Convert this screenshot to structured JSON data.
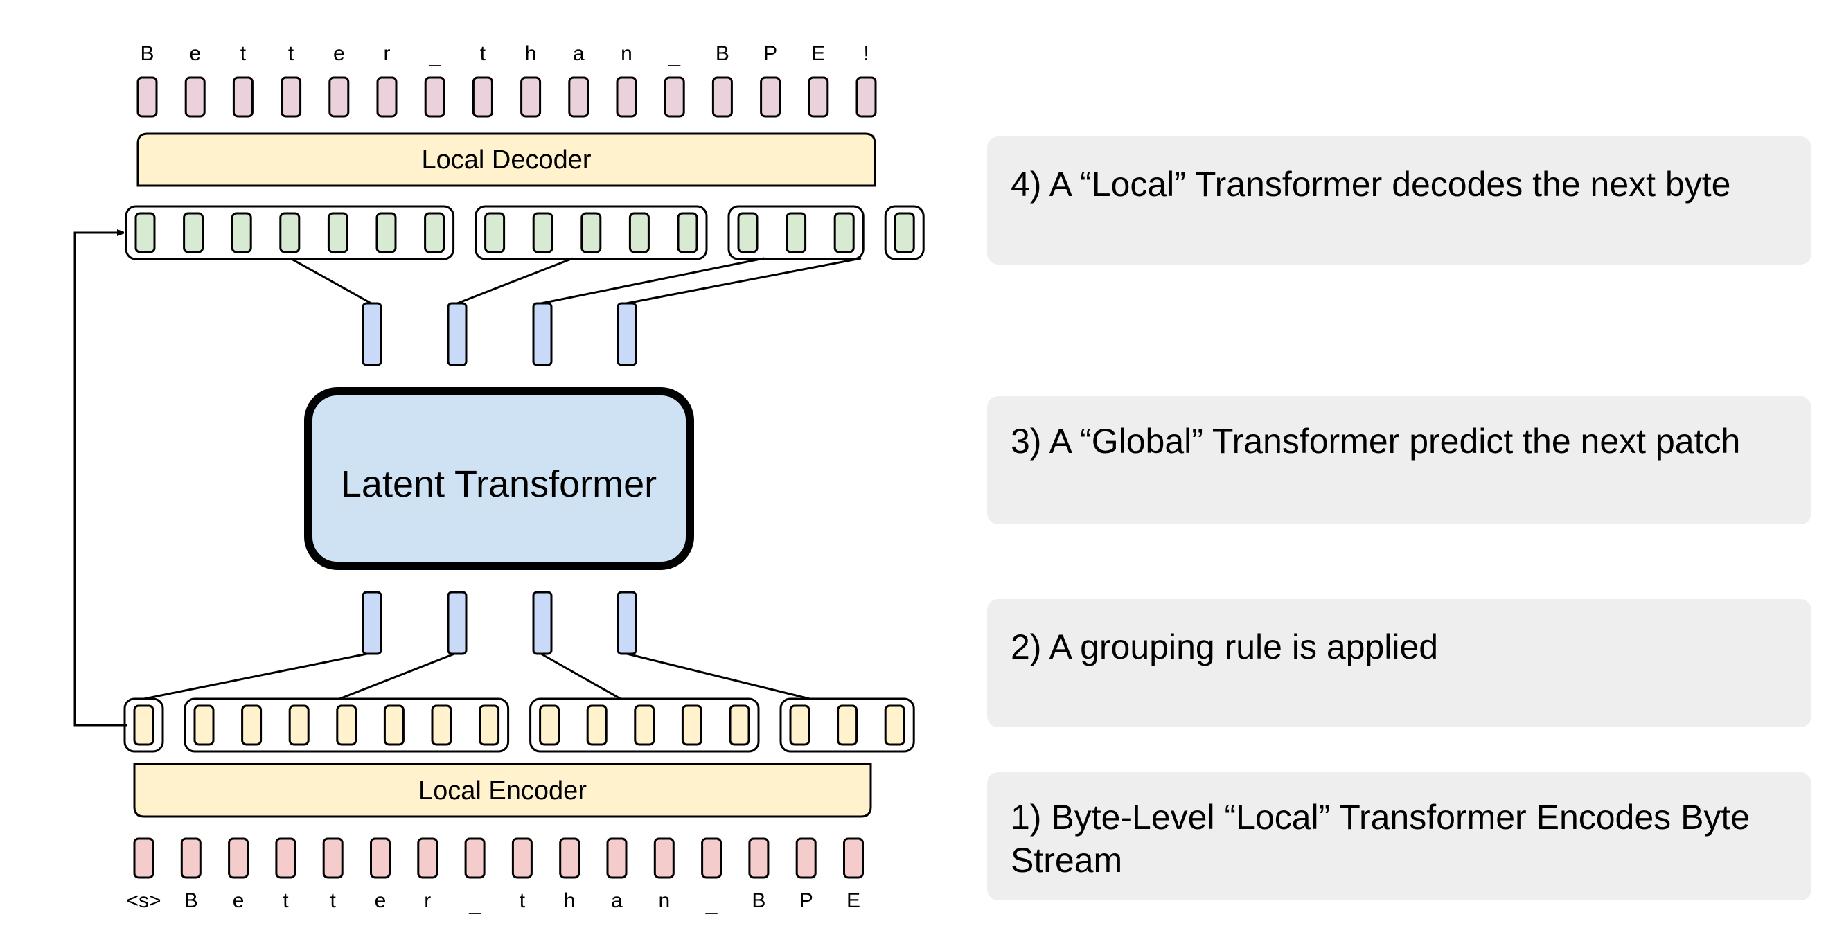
{
  "diagram": {
    "title": "Byte Latent Transformer architecture",
    "output_bytes": [
      "B",
      "e",
      "t",
      "t",
      "e",
      "r",
      "_",
      "t",
      "h",
      "a",
      "n",
      "_",
      "B",
      "P",
      "E",
      "!"
    ],
    "input_bytes": [
      "<s>",
      "B",
      "e",
      "t",
      "t",
      "e",
      "r",
      "_",
      "t",
      "h",
      "a",
      "n",
      "_",
      "B",
      "P",
      "E"
    ],
    "encoder_patch_groups": [
      1,
      7,
      5,
      3
    ],
    "decoder_patch_groups": [
      7,
      5,
      3,
      1
    ],
    "latent_patch_count": 4,
    "local_decoder_label": "Local Decoder",
    "local_encoder_label": "Local Encoder",
    "latent_transformer_label": "Latent Transformer",
    "colors": {
      "output_byte": "#ead1dc",
      "input_byte": "#f4cccc",
      "decoder_hidden": "#d9ead3",
      "encoder_hidden": "#fff2cc",
      "local_block": "#fff2cc",
      "patch": "#c9daf8",
      "latent_block": "#cfe2f3",
      "step_box": "#eeeeee"
    }
  },
  "steps": [
    {
      "id": 4,
      "text": "4) A “Local” Transformer decodes the next byte"
    },
    {
      "id": 3,
      "text": "3) A “Global” Transformer predict the next patch"
    },
    {
      "id": 2,
      "text": "2) A grouping rule is applied"
    },
    {
      "id": 1,
      "text": "1) Byte-Level “Local” Transformer Encodes Byte Stream"
    }
  ]
}
